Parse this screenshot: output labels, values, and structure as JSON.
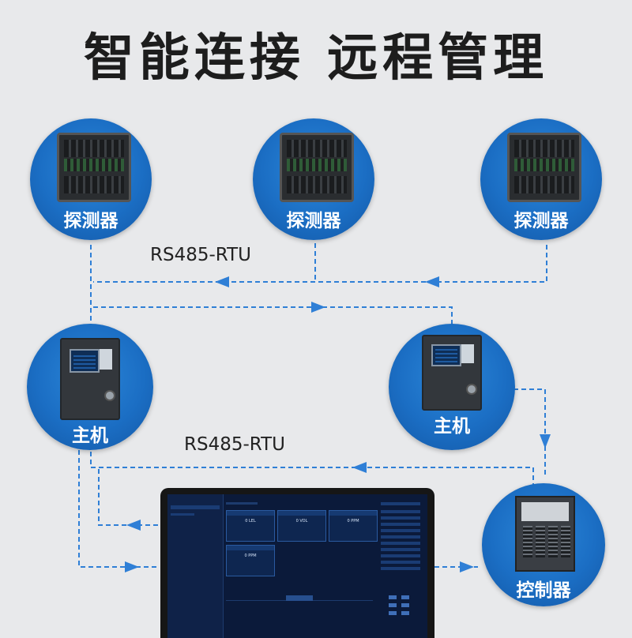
{
  "title": "智能连接 远程管理",
  "bus_labels": [
    "RS485-RTU",
    "RS485-RTU"
  ],
  "nodes": {
    "detector_1": "探测器",
    "detector_2": "探测器",
    "detector_3": "探测器",
    "host_1": "主机",
    "host_2": "主机",
    "controller": "控制器"
  },
  "monitor": {
    "cards": [
      {
        "value": "0 LEL"
      },
      {
        "value": "0 VOL"
      },
      {
        "value": "0 PPM"
      },
      {
        "value": "0 PPM"
      }
    ]
  },
  "colors": {
    "node_blue": "#1b6ec4",
    "wire_blue": "#2f7fd6",
    "background": "#e8e9eb"
  }
}
